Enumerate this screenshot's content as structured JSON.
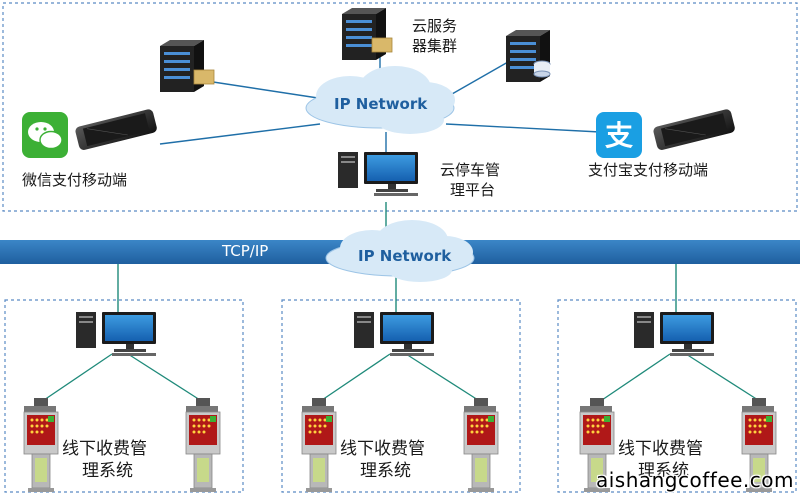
{
  "cloud_top_label": "IP Network",
  "cloud_mid_label": "IP Network",
  "bus_label": "TCP/IP",
  "server_cluster_label": [
    "云服务",
    "器集群"
  ],
  "platform_label": [
    "云停车管",
    "理平台"
  ],
  "wechat_label": "微信支付移动端",
  "alipay_label": "支付宝支付移动端",
  "alipay_logo_glyph": "支",
  "offline_label": [
    "线下收费管",
    "理系统"
  ],
  "watermark": "aishangcoffee.com",
  "colors": {
    "bus": "#2f75b5",
    "cloud": "#d7e9f7",
    "link": "#1f6fa8",
    "branch": "#1f8a7a",
    "wechat": "#3cb035",
    "alipay": "#1a9fe3",
    "dash": "#5b8bc4"
  }
}
